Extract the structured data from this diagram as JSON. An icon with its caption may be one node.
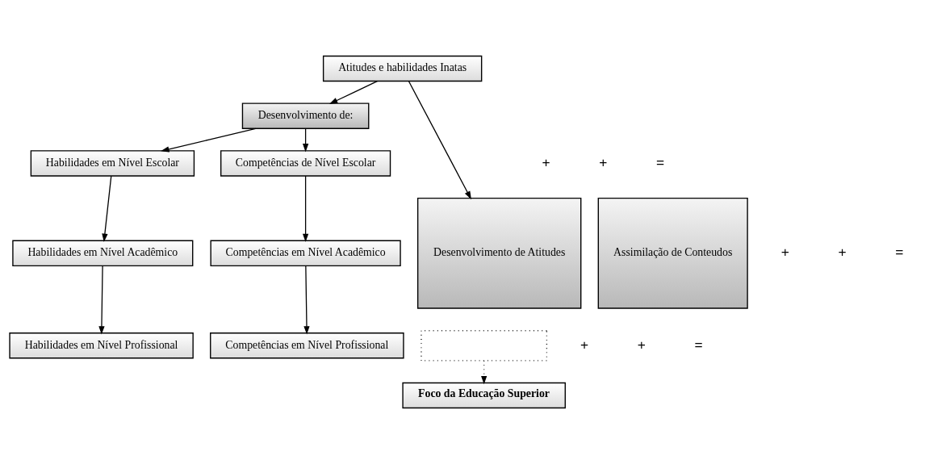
{
  "diagram": {
    "nodes": [
      {
        "text": [
          "Atitudes e habilidades Inatas"
        ]
      },
      {
        "text": [
          "Desenvolvimento de:"
        ]
      },
      {
        "text": [
          "Desenvolvimento de Atitudes"
        ]
      },
      {
        "text": [
          "Habilidades em Nível Escolar"
        ]
      },
      {
        "text": [
          "Assimilação de Conteudos"
        ]
      },
      {
        "text": [
          "Competências de Nível Escolar"
        ]
      },
      {
        "text": [],
        "shape": "box"
      },
      {
        "text": [
          "Habilidades em Nível Acadêmico"
        ]
      },
      {
        "text": [
          "Competências em Nível Acadêmico"
        ]
      },
      {
        "text": [
          "Habilidades em Nível Profissional"
        ]
      },
      {
        "text": [
          "Competências em Nível Profissional"
        ]
      },
      {
        "text": [
          "Foco da Educação Superior"
        ]
      }
    ],
    "edges": [
      {
        "from": 0,
        "to": 1,
        "arrow": "to"
      },
      {
        "from": 0,
        "to": 2,
        "arrow": "to"
      },
      {
        "from": 1,
        "to": 3,
        "arrow": "to"
      },
      {
        "from": 1,
        "to": 5,
        "arrow": "to"
      },
      {
        "from": 3,
        "to": 7,
        "arrow": "to"
      },
      {
        "from": 7,
        "to": 9,
        "arrow": "to"
      },
      {
        "from": 5,
        "to": 8,
        "arrow": "to"
      },
      {
        "from": 8,
        "to": 10,
        "arrow": "to"
      },
      {
        "from": 6,
        "to": 11,
        "arrow": "to",
        "style": "dashed"
      }
    ],
    "labels": [
      "+",
      "+",
      "=",
      "+",
      "+",
      "=",
      "+",
      "+",
      "="
    ]
  }
}
